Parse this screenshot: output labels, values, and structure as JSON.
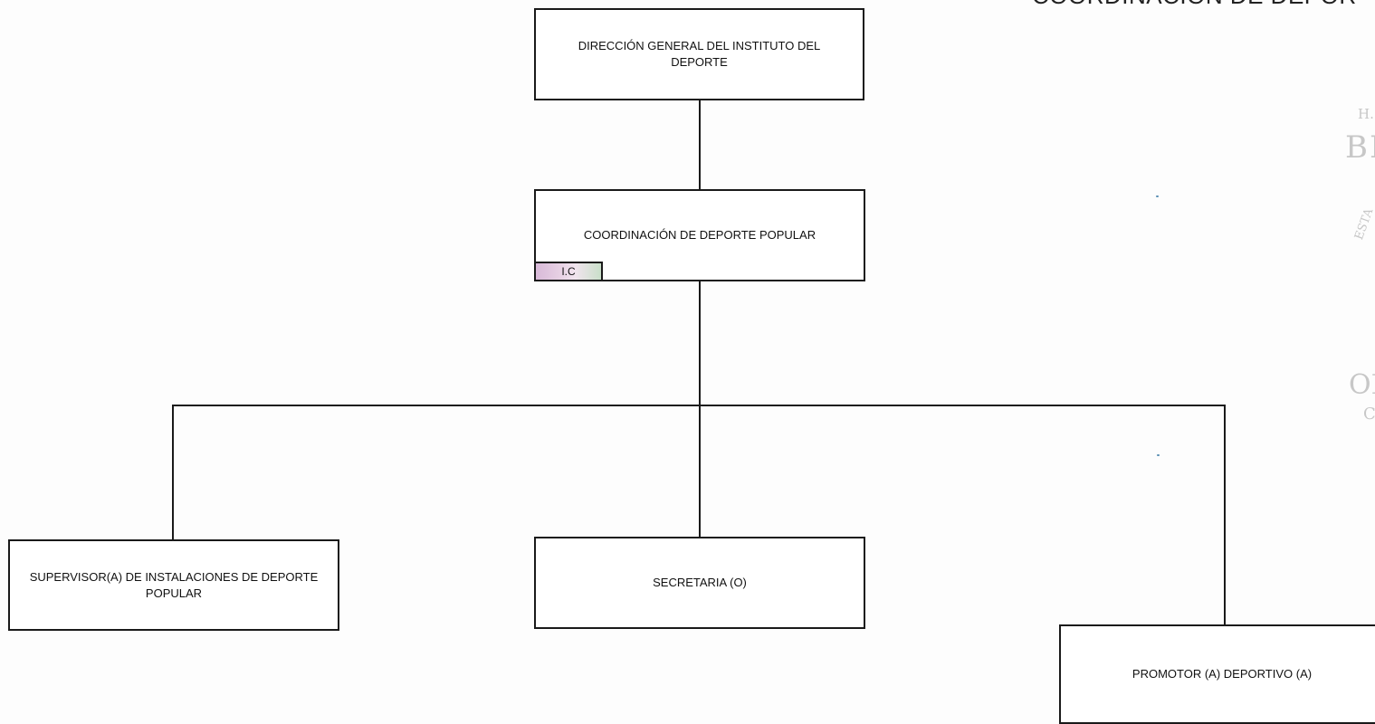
{
  "page": {
    "title": "COORDINACIÓN DE DEPOR"
  },
  "nodes": {
    "direccion": "DIRECCIÓN GENERAL DEL INSTITUTO DEL DEPORTE",
    "coordinacion": "COORDINACIÓN DE DEPORTE POPULAR",
    "coordinacion_tag": "I.C",
    "supervisor": "SUPERVISOR(A) DE INSTALACIONES DE DEPORTE POPULAR",
    "secretaria": "SECRETARIA (O)",
    "promotor": "PROMOTOR (A) DEPORTIVO (A)"
  },
  "stamp": {
    "line1": "H.",
    "line2": "BE",
    "line3": "ESTA",
    "line4": "OF",
    "line5": "C"
  },
  "colors": {
    "line": "#1a1a1a",
    "box_border": "#1a1a1a",
    "stamp": "#c7c7c7",
    "tag_highlight": "#d8b9d8"
  }
}
